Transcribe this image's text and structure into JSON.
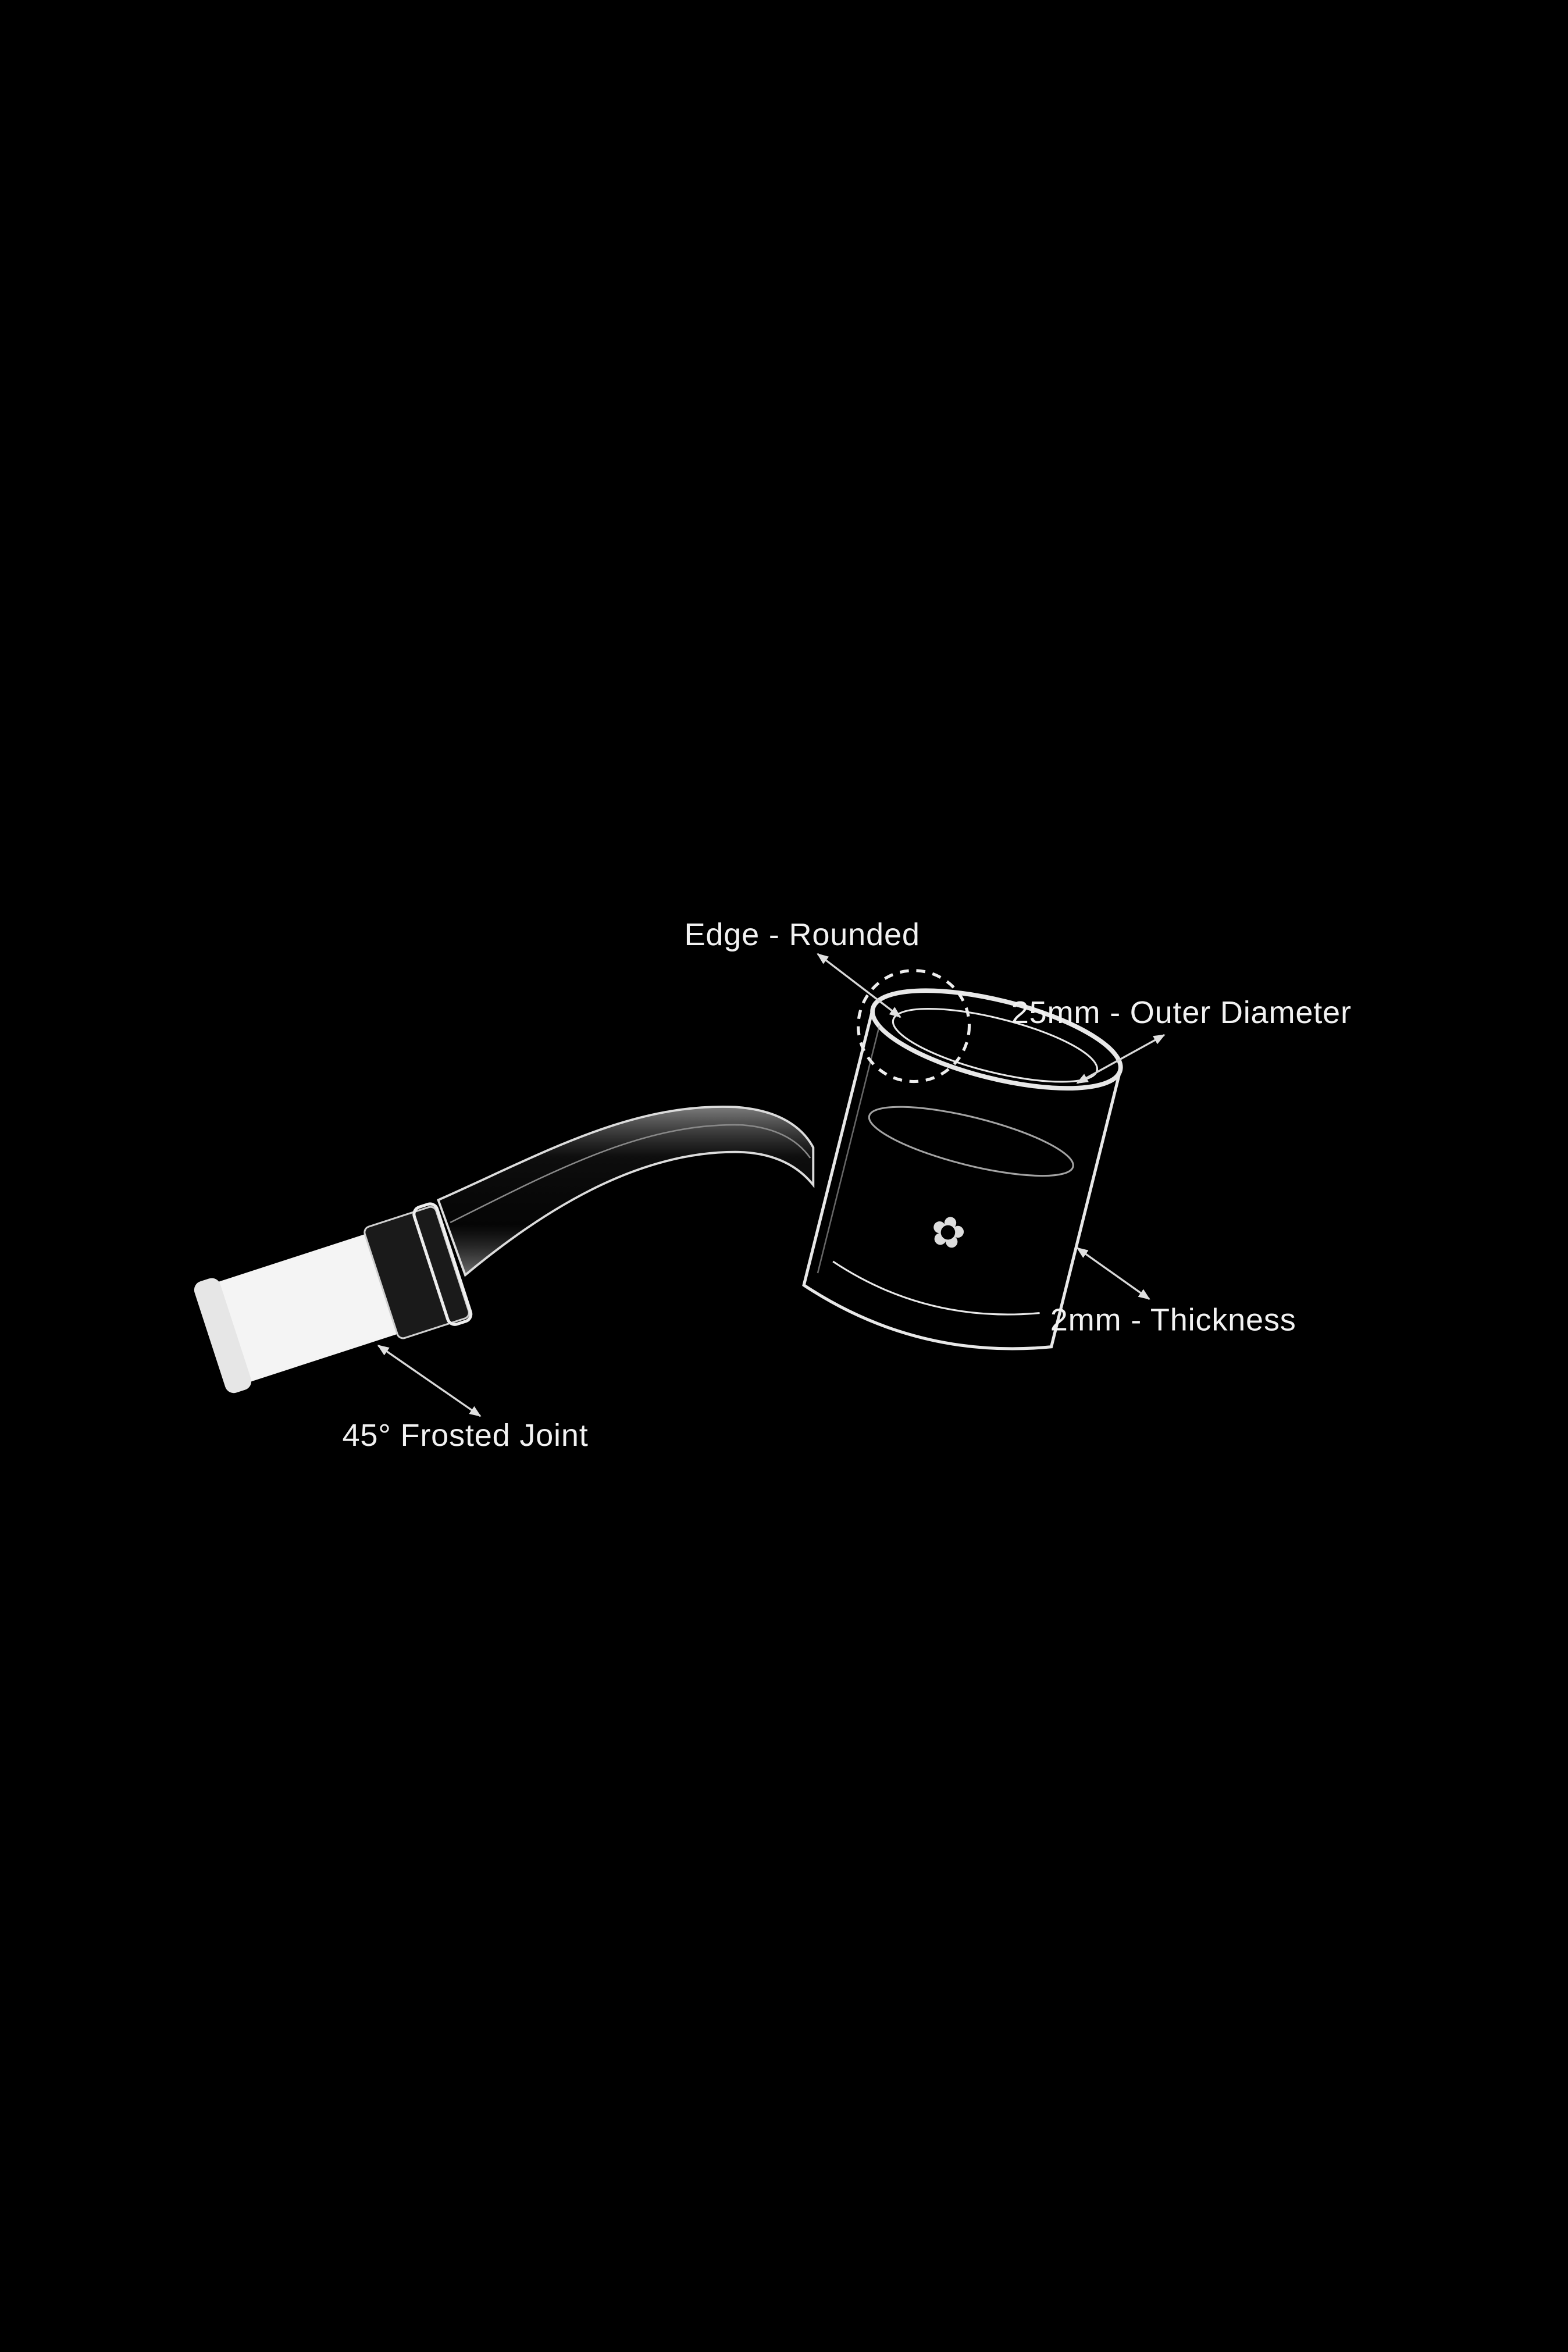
{
  "background_color": "#000000",
  "annotations": [
    {
      "label": "Edge - Rounded"
    },
    {
      "label": "25mm - Outer Diameter"
    },
    {
      "label": "2mm - Thickness"
    },
    {
      "label": "45° Frosted Joint"
    }
  ]
}
